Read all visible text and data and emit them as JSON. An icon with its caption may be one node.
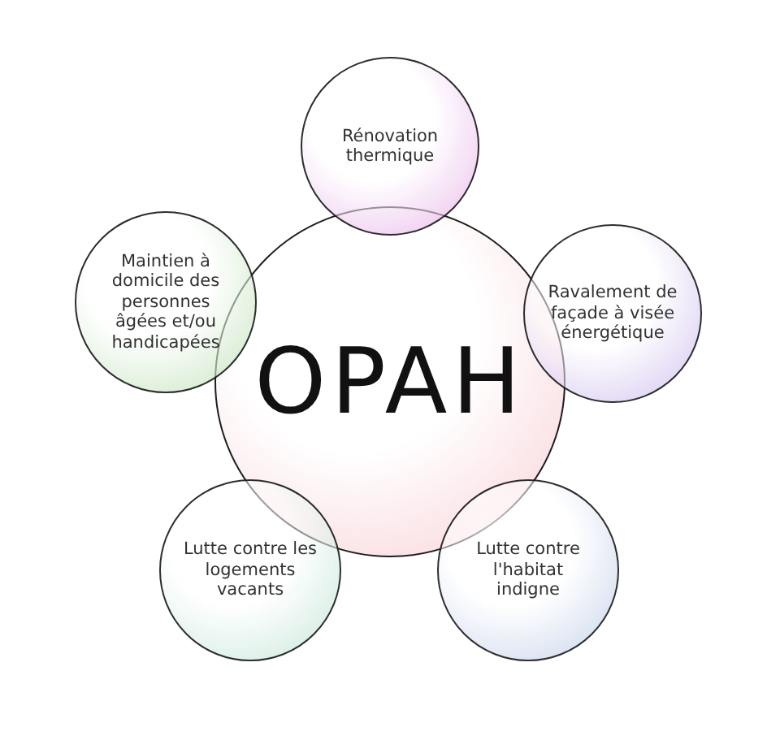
{
  "diagram": {
    "nodes": [
      {
        "text": [
          "OPAH"
        ]
      },
      {
        "text": [
          "Rénovation thermique"
        ]
      },
      {
        "text": [
          "Ravalement de façade à visée énergétique"
        ]
      },
      {
        "text": [
          "Lutte contre l'habitat indigne"
        ]
      },
      {
        "text": [
          "Lutte contre les logements vacants"
        ]
      },
      {
        "text": [
          "Maintien à domicile des personnes âgées et/ou handicapées"
        ]
      }
    ],
    "edges": []
  }
}
